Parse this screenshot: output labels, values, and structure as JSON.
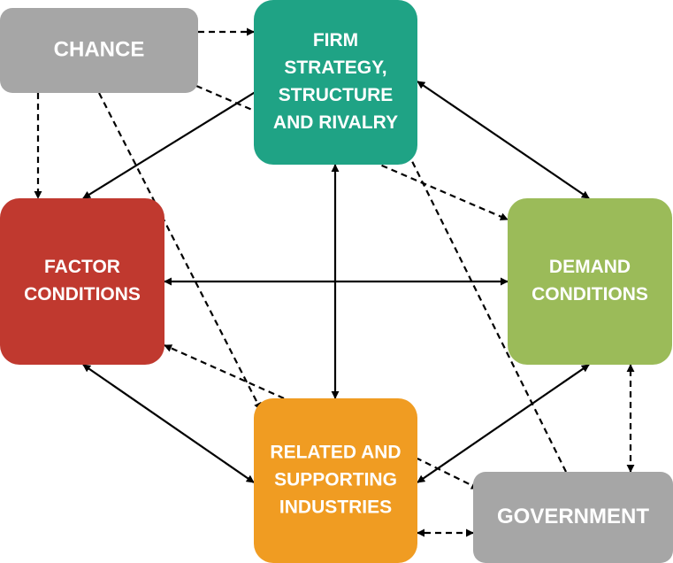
{
  "diagram": {
    "nodes": {
      "chance": {
        "lines": [
          "CHANCE"
        ],
        "color": "#a6a6a6"
      },
      "firm": {
        "lines": [
          "FIRM",
          "STRATEGY,",
          "STRUCTURE",
          "AND RIVALRY"
        ],
        "color": "#1fa385"
      },
      "factor": {
        "lines": [
          "FACTOR",
          "CONDITIONS"
        ],
        "color": "#c0392f"
      },
      "demand": {
        "lines": [
          "DEMAND",
          "CONDITIONS"
        ],
        "color": "#9bbb59"
      },
      "related": {
        "lines": [
          "RELATED AND",
          "SUPPORTING",
          "INDUSTRIES"
        ],
        "color": "#f09c22"
      },
      "government": {
        "lines": [
          "GOVERNMENT"
        ],
        "color": "#a6a6a6"
      }
    },
    "edges": [
      {
        "from": "firm",
        "to": "factor",
        "style": "solid",
        "heads": "both"
      },
      {
        "from": "firm",
        "to": "demand",
        "style": "solid",
        "heads": "both"
      },
      {
        "from": "firm",
        "to": "related",
        "style": "solid",
        "heads": "both"
      },
      {
        "from": "factor",
        "to": "demand",
        "style": "solid",
        "heads": "both"
      },
      {
        "from": "factor",
        "to": "related",
        "style": "solid",
        "heads": "both"
      },
      {
        "from": "demand",
        "to": "related",
        "style": "solid",
        "heads": "both"
      },
      {
        "from": "chance",
        "to": "firm",
        "style": "dashed",
        "heads": "end"
      },
      {
        "from": "chance",
        "to": "factor",
        "style": "dashed",
        "heads": "end"
      },
      {
        "from": "chance",
        "to": "related",
        "style": "dashed",
        "heads": "end"
      },
      {
        "from": "chance",
        "to": "demand",
        "style": "dashed",
        "heads": "end"
      },
      {
        "from": "government",
        "to": "firm",
        "style": "dashed",
        "heads": "end"
      },
      {
        "from": "government",
        "to": "factor",
        "style": "dashed",
        "heads": "end"
      },
      {
        "from": "government",
        "to": "demand",
        "style": "dashed",
        "heads": "both"
      },
      {
        "from": "government",
        "to": "related",
        "style": "dashed",
        "heads": "both"
      }
    ]
  }
}
